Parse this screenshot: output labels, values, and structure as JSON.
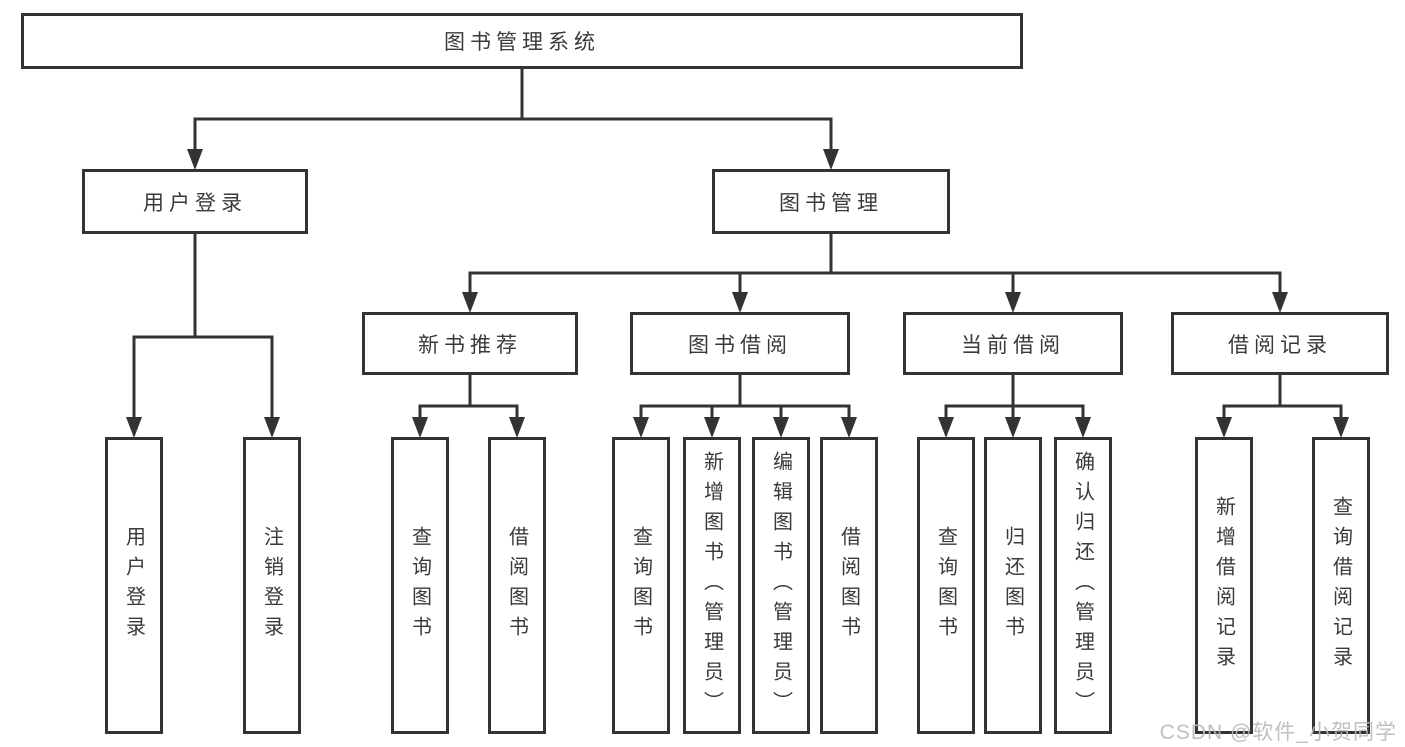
{
  "diagram": {
    "title": "图书管理系统",
    "root": {
      "label": "图书管理系统"
    },
    "level2": [
      {
        "label": "用户登录"
      },
      {
        "label": "图书管理"
      }
    ],
    "level3": [
      {
        "label": "新书推荐"
      },
      {
        "label": "图书借阅"
      },
      {
        "label": "当前借阅"
      },
      {
        "label": "借阅记录"
      }
    ],
    "leaves": [
      {
        "label": "用户登录",
        "parent": "用户登录"
      },
      {
        "label": "注销登录",
        "parent": "用户登录"
      },
      {
        "label": "查询图书",
        "parent": "新书推荐"
      },
      {
        "label": "借阅图书",
        "parent": "新书推荐"
      },
      {
        "label": "查询图书",
        "parent": "图书借阅"
      },
      {
        "label": "新增图书（管理员）",
        "parent": "图书借阅"
      },
      {
        "label": "编辑图书（管理员）",
        "parent": "图书借阅"
      },
      {
        "label": "借阅图书",
        "parent": "图书借阅"
      },
      {
        "label": "查询图书",
        "parent": "当前借阅"
      },
      {
        "label": "归还图书",
        "parent": "当前借阅"
      },
      {
        "label": "确认归还（管理员）",
        "parent": "当前借阅"
      },
      {
        "label": "新增借阅记录",
        "parent": "借阅记录"
      },
      {
        "label": "查询借阅记录",
        "parent": "借阅记录"
      }
    ]
  },
  "colors": {
    "line": "#333333",
    "box_border": "#333333",
    "text": "#3a3a3a",
    "watermark": "#b9b9b9",
    "background": "#ffffff"
  },
  "watermark": "CSDN @软件_小贺同学"
}
